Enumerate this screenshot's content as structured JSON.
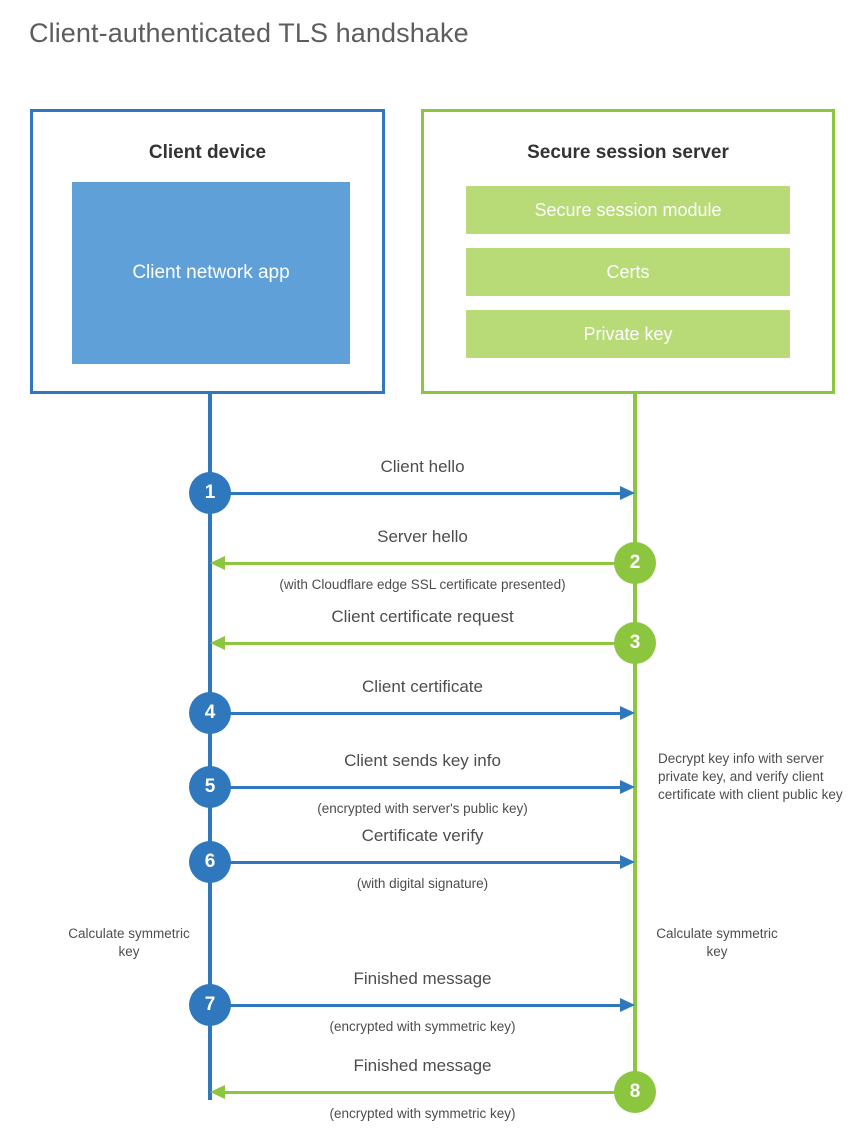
{
  "title": "Client-authenticated TLS handshake",
  "colors": {
    "blue_border": "#2f78bd",
    "blue_fill": "#5fa0d8",
    "green_border": "#8cc63e",
    "green_fill": "#b8da77",
    "text": "#4d4d4d",
    "title_text": "#5d5d5d"
  },
  "actors": {
    "client": {
      "title": "Client device",
      "app_label": "Client network app"
    },
    "server": {
      "title": "Secure session server",
      "modules": [
        {
          "label": "Secure session module"
        },
        {
          "label": "Certs"
        },
        {
          "label": "Private key"
        }
      ]
    }
  },
  "steps": [
    {
      "number": "1",
      "label": "Client hello",
      "sub": "",
      "direction": "to-server",
      "side": "client"
    },
    {
      "number": "2",
      "label": "Server hello",
      "sub": "(with Cloudflare edge SSL certificate presented)",
      "direction": "to-client",
      "side": "server"
    },
    {
      "number": "3",
      "label": "Client certificate request",
      "sub": "",
      "direction": "to-client",
      "side": "server"
    },
    {
      "number": "4",
      "label": "Client certificate",
      "sub": "",
      "direction": "to-server",
      "side": "client"
    },
    {
      "number": "5",
      "label": "Client sends key info",
      "sub": "(encrypted with server's public key)",
      "direction": "to-server",
      "side": "client"
    },
    {
      "number": "6",
      "label": "Certificate verify",
      "sub": "(with digital signature)",
      "direction": "to-server",
      "side": "client"
    },
    {
      "number": "7",
      "label": "Finished message",
      "sub": "(encrypted with symmetric key)",
      "direction": "to-server",
      "side": "client"
    },
    {
      "number": "8",
      "label": "Finished message",
      "sub": "(encrypted with symmetric key)",
      "direction": "to-client",
      "side": "server"
    }
  ],
  "notes": {
    "server_decrypt": "Decrypt key info with server private key, and verify client certificate with client public key",
    "client_calculate": "Calculate symmetric key",
    "server_calculate": "Calculate symmetric key"
  }
}
